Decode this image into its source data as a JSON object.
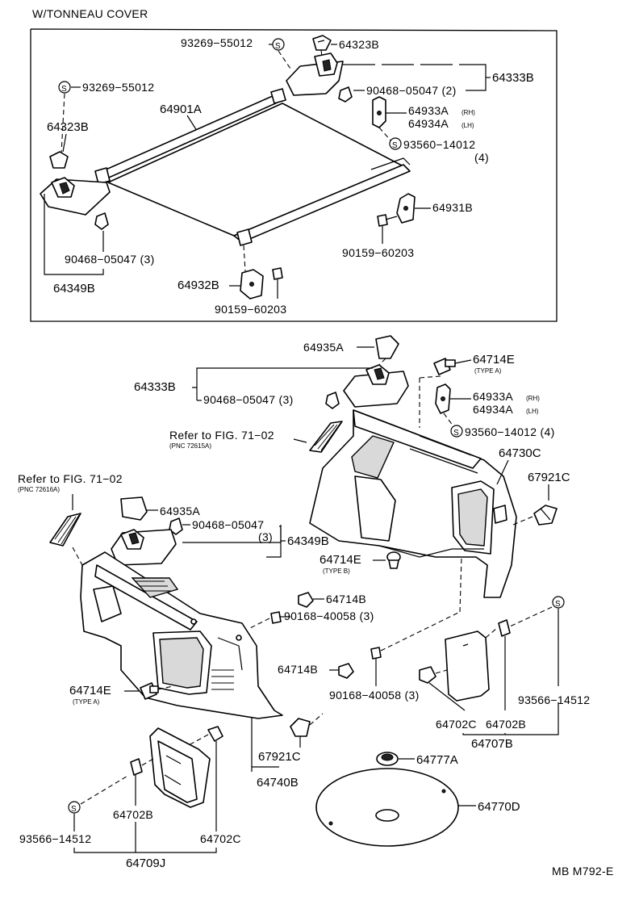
{
  "header": {
    "title": "W/TONNEAU COVER"
  },
  "footer": {
    "code": "MB M792-E"
  },
  "refs": {
    "ref1": "Refer to FIG. 71−02",
    "ref1_pnc": "(PNC 72615A)",
    "ref2": "Refer to FIG. 71−02",
    "ref2_pnc": "(PNC 72616A)"
  },
  "type_labels": {
    "a": "(TYPE A)",
    "b": "(TYPE B)"
  },
  "symbol": "S",
  "parts": {
    "p93269_55012_top": "93269−55012",
    "p64323B_top": "64323B",
    "p64333B_top": "64333B",
    "p90468_05047_2": "90468−05047 (2)",
    "p93269_55012_left": "93269−55012",
    "p64901A": "64901A",
    "p64933A_top": "64933A",
    "p64934A_top": "64934A",
    "rh": "(RH)",
    "lh": "(LH)",
    "p64323B_left": "64323B",
    "p93560_14012_top": "93560−14012",
    "qty4": "(4)",
    "p64931B": "64931B",
    "p90159_60203_right": "90159−60203",
    "p90468_05047_3_left": "90468−05047 (3)",
    "p64349B_top": "64349B",
    "p64932B": "64932B",
    "p90159_60203_bottom": "90159−60203",
    "p64935A_top": "64935A",
    "p64714E_typeA_top": "64714E",
    "p64333B_mid": "64333B",
    "p90468_05047_3_mid": "90468−05047 (3)",
    "p64933A_mid": "64933A",
    "p64934A_mid": "64934A",
    "p93560_14012_4": "93560−14012 (4)",
    "p64730C": "64730C",
    "p67921C_right": "67921C",
    "p64935A_left": "64935A",
    "p90468_05047_lower": "90468−05047",
    "qty3": "(3)",
    "p64349B_mid": "64349B",
    "p64714E_typeB": "64714E",
    "p64714B_1": "64714B",
    "p90168_40058_3_1": "90168−40058 (3)",
    "p64714B_2": "64714B",
    "p64714E_typeA_left": "64714E",
    "p90168_40058_3_2": "90168−40058 (3)",
    "p93566_14512_right": "93566−14512",
    "p64702C_right": "64702C",
    "p64702B_right": "64702B",
    "p64707B": "64707B",
    "p67921C_bottom": "67921C",
    "p64740B": "64740B",
    "p64777A": "64777A",
    "p64770D": "64770D",
    "p64702B_left": "64702B",
    "p93566_14512_left": "93566−14512",
    "p64702C_left": "64702C",
    "p64709J": "64709J"
  }
}
